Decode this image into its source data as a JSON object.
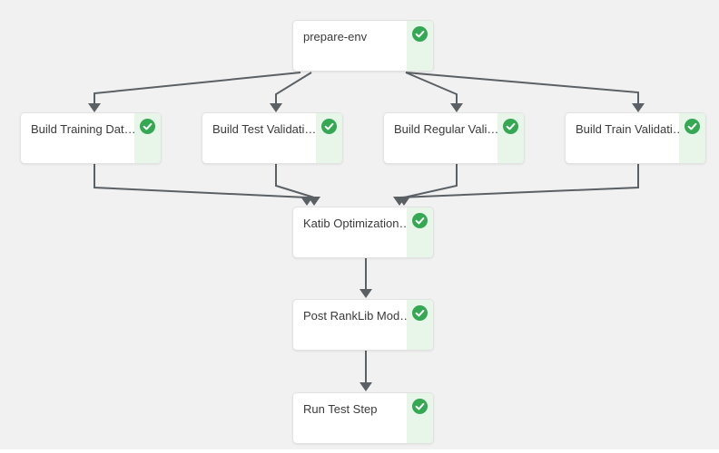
{
  "view": {
    "name": "pipeline-run-graph"
  },
  "colors": {
    "canvas_bg": "#f1f1f1",
    "card_bg": "#ffffff",
    "card_border": "#e2e2e2",
    "status_strip_bg": "#e8f5e9",
    "success_green": "#34a853",
    "edge_gray": "#5b6065",
    "label_text": "#3a3a3a"
  },
  "nodes": [
    {
      "id": "prepare-env",
      "label": "prepare-env",
      "status_icon": "check-circle-icon"
    },
    {
      "id": "build-training-data",
      "label": "Build Training Dat…",
      "status_icon": "check-circle-icon"
    },
    {
      "id": "build-test-validation",
      "label": "Build Test Validati…",
      "status_icon": "check-circle-icon"
    },
    {
      "id": "build-regular-validation",
      "label": "Build Regular Vali…",
      "status_icon": "check-circle-icon"
    },
    {
      "id": "build-train-validation",
      "label": "Build Train Validati…",
      "status_icon": "check-circle-icon"
    },
    {
      "id": "katib-optimization",
      "label": "Katib Optimization…",
      "status_icon": "check-circle-icon"
    },
    {
      "id": "post-ranklib-model",
      "label": "Post RankLib Mod…",
      "status_icon": "check-circle-icon"
    },
    {
      "id": "run-test-step",
      "label": "Run Test Step",
      "status_icon": "check-circle-icon"
    }
  ],
  "edges": [
    {
      "from": "prepare-env",
      "to": "build-training-data"
    },
    {
      "from": "prepare-env",
      "to": "build-test-validation"
    },
    {
      "from": "prepare-env",
      "to": "build-regular-validation"
    },
    {
      "from": "prepare-env",
      "to": "build-train-validation"
    },
    {
      "from": "build-training-data",
      "to": "katib-optimization"
    },
    {
      "from": "build-test-validation",
      "to": "katib-optimization"
    },
    {
      "from": "build-regular-validation",
      "to": "katib-optimization"
    },
    {
      "from": "build-train-validation",
      "to": "katib-optimization"
    },
    {
      "from": "katib-optimization",
      "to": "post-ranklib-model"
    },
    {
      "from": "post-ranklib-model",
      "to": "run-test-step"
    }
  ]
}
